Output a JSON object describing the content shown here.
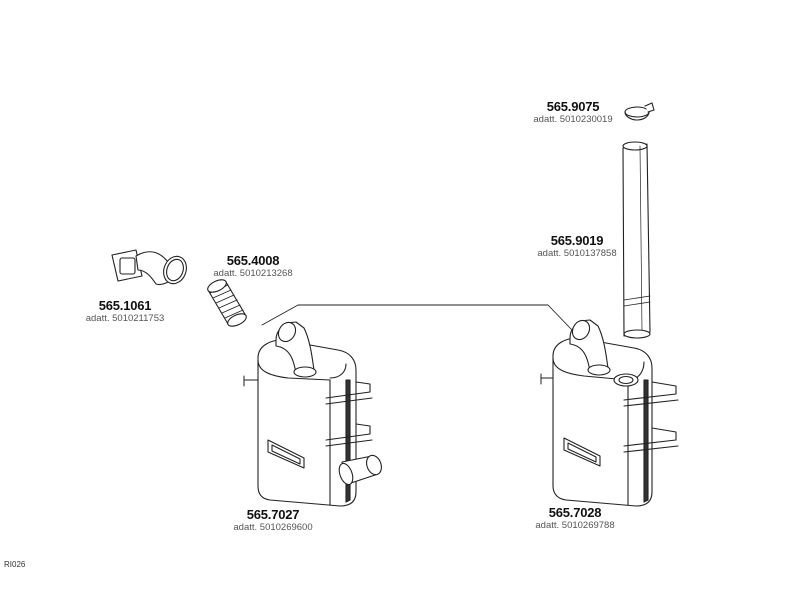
{
  "parts": [
    {
      "id": "p1061",
      "code": "565.1061",
      "adapt": "adatt. 5010211753"
    },
    {
      "id": "p4008",
      "code": "565.4008",
      "adapt": "adatt. 5010213268"
    },
    {
      "id": "p7027",
      "code": "565.7027",
      "adapt": "adatt. 5010269600"
    },
    {
      "id": "p9075",
      "code": "565.9075",
      "adapt": "adatt. 5010230019"
    },
    {
      "id": "p9019",
      "code": "565.9019",
      "adapt": "adatt. 5010137858"
    },
    {
      "id": "p7028",
      "code": "565.7028",
      "adapt": "adatt. 5010269788"
    }
  ],
  "drawing_ref": "RI026"
}
